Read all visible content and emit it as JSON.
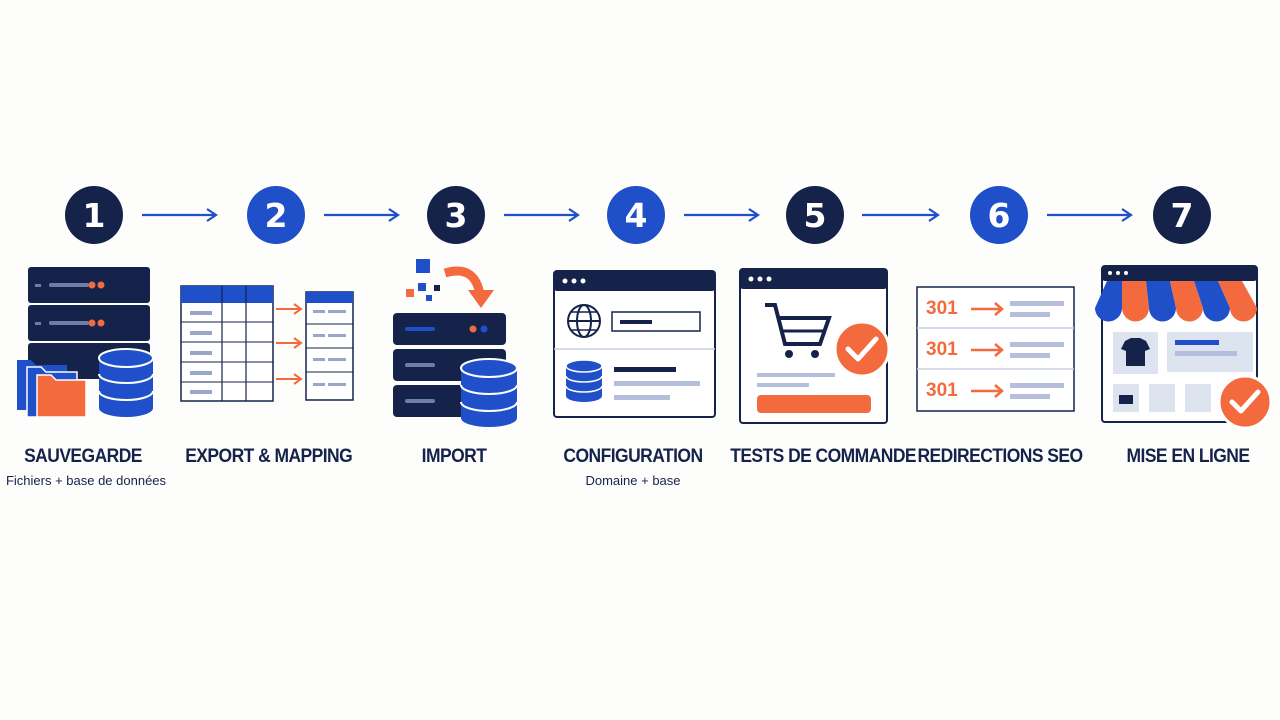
{
  "colors": {
    "navy": "#15234a",
    "blue": "#1f4fc9",
    "orange": "#f26a3d",
    "light_gray": "#dde3ef"
  },
  "steps": [
    {
      "number": "1",
      "title": "SAUVEGARDE",
      "subtitle": "Fichiers + base de données",
      "color": "#15234a",
      "icon": "server-files-database-icon"
    },
    {
      "number": "2",
      "title": "EXPORT & MAPPING",
      "subtitle": "",
      "color": "#1f4fc9",
      "icon": "table-mapping-icon"
    },
    {
      "number": "3",
      "title": "IMPORT",
      "subtitle": "",
      "color": "#15234a",
      "icon": "server-import-icon"
    },
    {
      "number": "4",
      "title": "CONFIGURATION",
      "subtitle": "Domaine + base",
      "color": "#1f4fc9",
      "icon": "browser-config-icon"
    },
    {
      "number": "5",
      "title": "TESTS DE COMMANDE",
      "subtitle": "",
      "color": "#15234a",
      "icon": "cart-check-icon"
    },
    {
      "number": "6",
      "title": "REDIRECTIONS SEO",
      "subtitle": "",
      "color": "#1f4fc9",
      "icon": "redirect-301-icon"
    },
    {
      "number": "7",
      "title": "MISE EN LIGNE",
      "subtitle": "",
      "color": "#15234a",
      "icon": "storefront-live-icon"
    }
  ],
  "redirects": {
    "code_1": "301",
    "code_2": "301",
    "code_3": "301"
  }
}
